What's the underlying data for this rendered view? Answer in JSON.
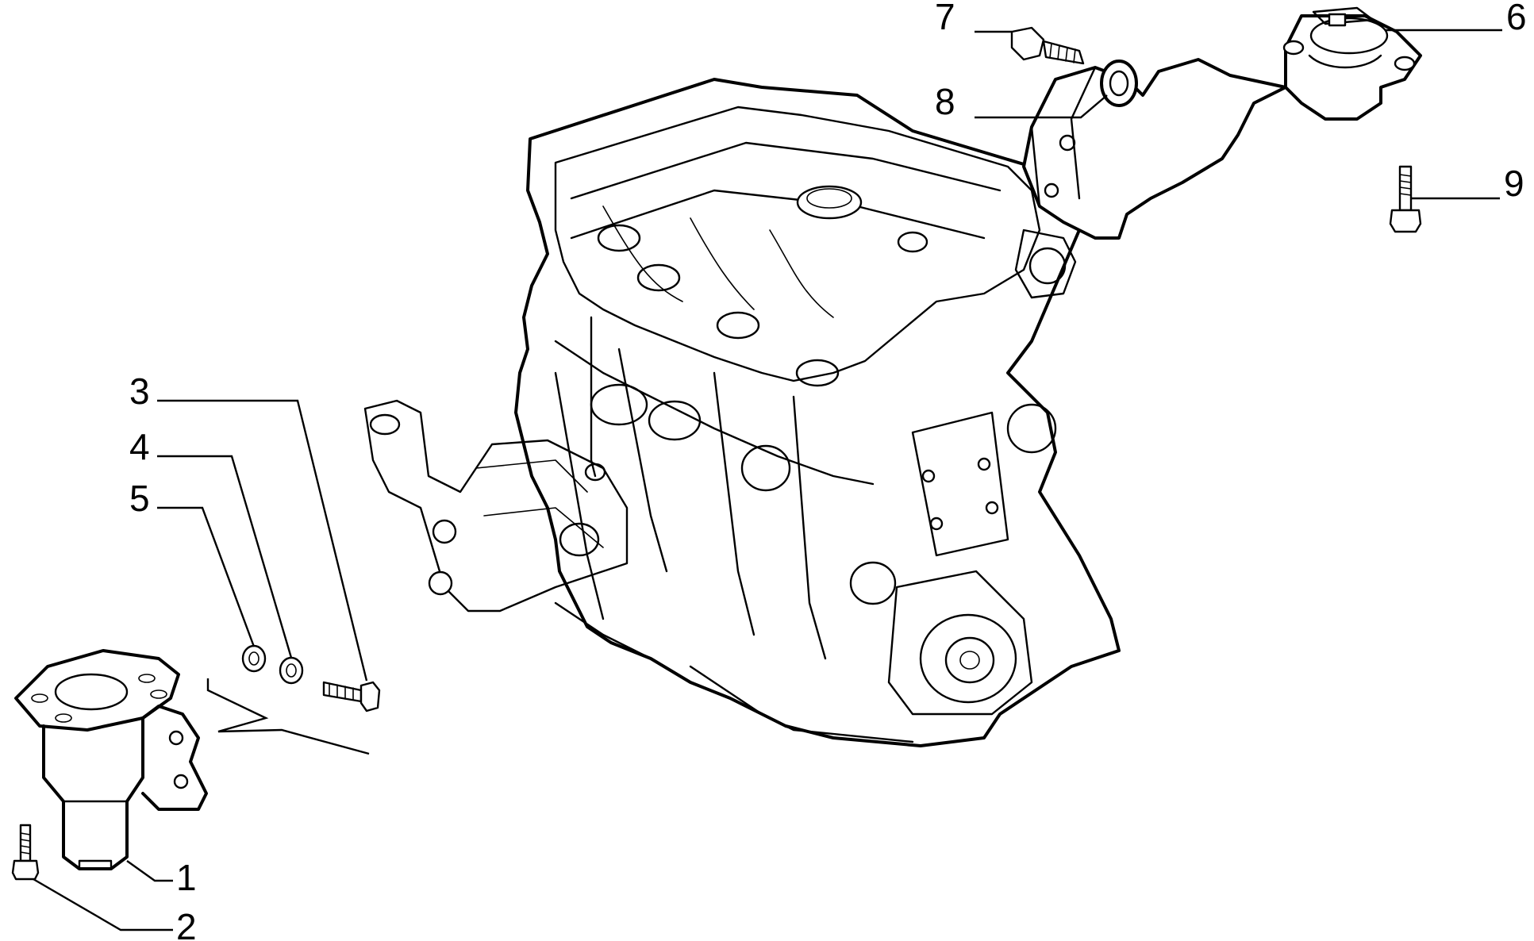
{
  "diagram": {
    "colors": {
      "line": "#000000",
      "background": "#ffffff"
    },
    "parts": [
      {
        "id": "1",
        "label": "1",
        "name": "engine-mount-support"
      },
      {
        "id": "2",
        "label": "2",
        "name": "mount-support-screw"
      },
      {
        "id": "3",
        "label": "3",
        "name": "mount-bolt"
      },
      {
        "id": "4",
        "label": "4",
        "name": "spring-washer"
      },
      {
        "id": "5",
        "label": "5",
        "name": "flat-washer"
      },
      {
        "id": "6",
        "label": "6",
        "name": "upper-mount-bracket"
      },
      {
        "id": "7",
        "label": "7",
        "name": "bracket-bolt"
      },
      {
        "id": "8",
        "label": "8",
        "name": "bracket-washer"
      },
      {
        "id": "9",
        "label": "9",
        "name": "bracket-screw"
      }
    ]
  }
}
